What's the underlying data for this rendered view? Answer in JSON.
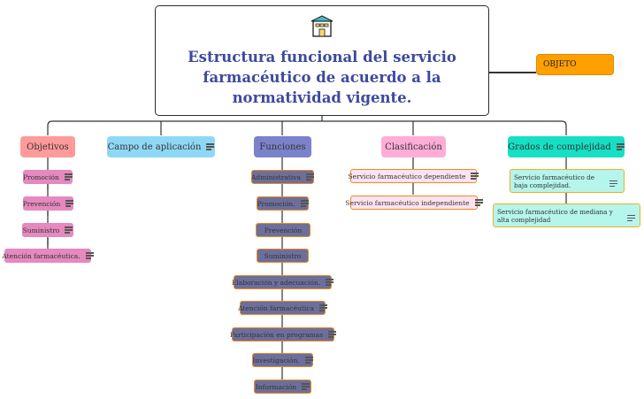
{
  "central": {
    "icon": "building-icon",
    "title": "Estructura funcional del servicio farmacéutico de acuerdo a la normatividad vigente."
  },
  "objeto": {
    "label": "OBJETO"
  },
  "branches": [
    {
      "label": "Objetivos",
      "color": "#ff9a9a",
      "children": [
        "Promoción",
        "Prevención",
        "Suministro",
        "Atención farmacéutica."
      ]
    },
    {
      "label": "Campo de aplicación",
      "color": "#8fd8f5",
      "children": []
    },
    {
      "label": "Funciones",
      "color": "#7b82c9",
      "children": [
        "Administrativa",
        "Promoción.",
        "Prevención",
        "Suministro",
        "Elaboración y adecuación.",
        "Atención farmacéutica",
        "Participación en programas",
        "Investigación.",
        "Información"
      ]
    },
    {
      "label": "Clasificación",
      "color": "#ffadd6",
      "children": [
        "Servicio farmacéutico dependiente",
        "Servicio farmacéutico independiente"
      ]
    },
    {
      "label": "Grados de complejidad",
      "color": "#16e0c4",
      "children": [
        "Servicio farmacéutico de baja complejidad.",
        "Servicio farmacéutico de mediana y alta complejidad"
      ]
    }
  ],
  "colors": {
    "objetivos_child": "#e589bf",
    "funciones_child": "#6d6f9b",
    "funciones_border": "#f0891d",
    "clasificacion_child": "#fde3ef",
    "clasificacion_border": "#f0891d",
    "complejidad_child": "#b5f5ec",
    "complejidad_border": "#f0b11d",
    "objeto": "#ffa000"
  }
}
